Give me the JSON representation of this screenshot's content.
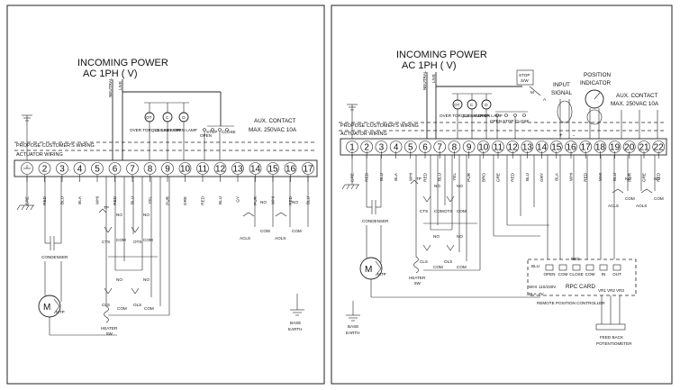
{
  "left_panel": {
    "title_line1": "INCOMING POWER",
    "title_line2": "AC 1PH (   V)",
    "neutral": "NEUTRAL",
    "live": "LIVE",
    "customer_wiring": "PROPOSE CUSTOMER'S WIRING",
    "actuator_wiring": "ACTUATOR WIRING",
    "aux_contact_line1": "AUX. CONTACT",
    "aux_contact_line2": "MAX. 250VAC 10A",
    "lamps": [
      {
        "symbol": "OT",
        "label": "OVER TORQUE LAMP"
      },
      {
        "symbol": "C",
        "label": "CLOSE LAMP"
      },
      {
        "symbol": "O",
        "label": "OPEN LAMP"
      }
    ],
    "buttons": [
      "OPEN",
      "STOP",
      "CLOSE"
    ],
    "terminals": [
      "2",
      "3",
      "4",
      "5",
      "6",
      "7",
      "8",
      "9",
      "10",
      "11",
      "12",
      "13",
      "14",
      "15",
      "16",
      "17"
    ],
    "wire_colors": [
      "GRE",
      "RED",
      "BLU",
      "BLA",
      "WHI",
      "RED",
      "BLU",
      "YEL",
      "PUR",
      "GRE",
      "RED",
      "BLU",
      "GY",
      "PUR",
      "WHI",
      "RED",
      "BLU"
    ],
    "components": {
      "condenser": "CONDENSER",
      "motor": "M",
      "mtp": "MTP",
      "heater_line1": "HEATER",
      "heater_line2": "5W",
      "tp": "TP",
      "cts": "CTS",
      "ots": "OTS",
      "cls": "CLS",
      "ols": "OLS",
      "acls": "ACLS",
      "aols": "AOLS",
      "no": "NO",
      "com": "COM",
      "base_earth_line1": "BASE",
      "base_earth_line2": "EARTH"
    }
  },
  "right_panel": {
    "title_line1": "INCOMING POWER",
    "title_line2": "AC 1PH (   V)",
    "neutral": "NEUTRAL",
    "live": "LIVE",
    "customer_wiring": "PROPOSE CUSTOMER'S WIRING",
    "actuator_wiring": "ACTUATOR WIRING",
    "stop_sw_line1": "STOP",
    "stop_sw_line2": "S/W",
    "sw_m": "M",
    "sw_a": "A",
    "input_signal_line1": "INPUT",
    "input_signal_line2": "SIGNAL",
    "position_indicator_line1": "POSITION",
    "position_indicator_line2": "INDICATOR",
    "aux_contact_line1": "AUX. CONTACT",
    "aux_contact_line2": "MAX. 250VAC 10A",
    "lamps": [
      {
        "symbol": "OT",
        "label": "OVER TORQUE LAMP"
      },
      {
        "symbol": "C",
        "label": "CLOSE LAMP"
      },
      {
        "symbol": "O",
        "label": "OPEN LAMP"
      }
    ],
    "buttons": [
      "OPEN",
      "STOP",
      "CLOSE"
    ],
    "terminals": [
      "1",
      "2",
      "3",
      "4",
      "5",
      "6",
      "7",
      "8",
      "9",
      "10",
      "11",
      "12",
      "13",
      "14",
      "15",
      "16",
      "17",
      "18",
      "19",
      "20",
      "21",
      "22"
    ],
    "wire_colors": [
      "GRE",
      "RED",
      "BLU",
      "BLA",
      "WHI",
      "RED",
      "BLU",
      "YEL",
      "PUR",
      "BRO",
      "GRE",
      "RED",
      "BLU",
      "GRY",
      "BLA",
      "WHI",
      "RED",
      "WHI",
      "BLU",
      "PUR",
      "GRE",
      "RED"
    ],
    "components": {
      "condenser": "CONDENSER",
      "motor": "M",
      "mtp": "MTP",
      "heater_line1": "HEATER",
      "heater_line2": "5W",
      "tp": "TP",
      "cts": "CTS",
      "ots": "OTS",
      "cls": "CLS",
      "ols": "OLS",
      "acls": "ACLS",
      "aols": "AOLS",
      "no": "NO",
      "com": "COM",
      "rpc_card": "RPC CARD",
      "rpc_terms": [
        "OPEN",
        "COM",
        "CLOSE",
        "COM",
        "IN",
        "OUT"
      ],
      "rpc_side": [
        "BLU",
        "RED",
        "WHI",
        "BLA"
      ],
      "rpc_volt": [
        "110/230V",
        "0V"
      ],
      "remote_controller": "REMOTE POSITION CONTROLLER",
      "feedback_line1": "FEED BACK",
      "feedback_line2": "POTENTIOMETER",
      "vr": [
        "VR1",
        "VR2",
        "VR3"
      ],
      "plus": "+",
      "minus": "-",
      "base_earth_line1": "BASE",
      "base_earth_line2": "EARTH"
    }
  }
}
